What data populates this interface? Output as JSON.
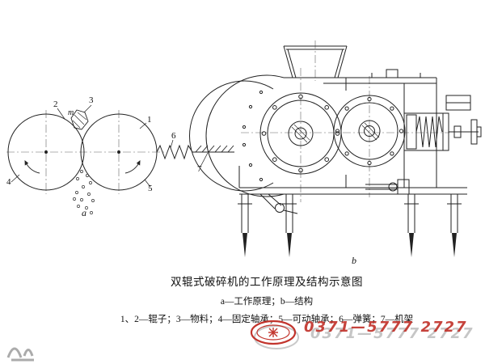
{
  "figure": {
    "label_a": "a",
    "label_b": "b",
    "material_letter": "m"
  },
  "callouts": {
    "n1": "1",
    "n2": "2",
    "n3": "3",
    "n4": "4",
    "n5": "5",
    "n6": "6",
    "n7": "7"
  },
  "caption": {
    "title": "双辊式破碎机的工作原理及结构示意图",
    "subtitle": "a—工作原理；b—结构",
    "legend": "1、2—辊子；3—物料；4—固定轴承；5—可动轴承；6—弹簧；7—机架"
  },
  "watermark": {
    "phone": "0371—5777 2727",
    "phone_shadow": "0371—5777 2727",
    "accent": "#c2342c"
  }
}
